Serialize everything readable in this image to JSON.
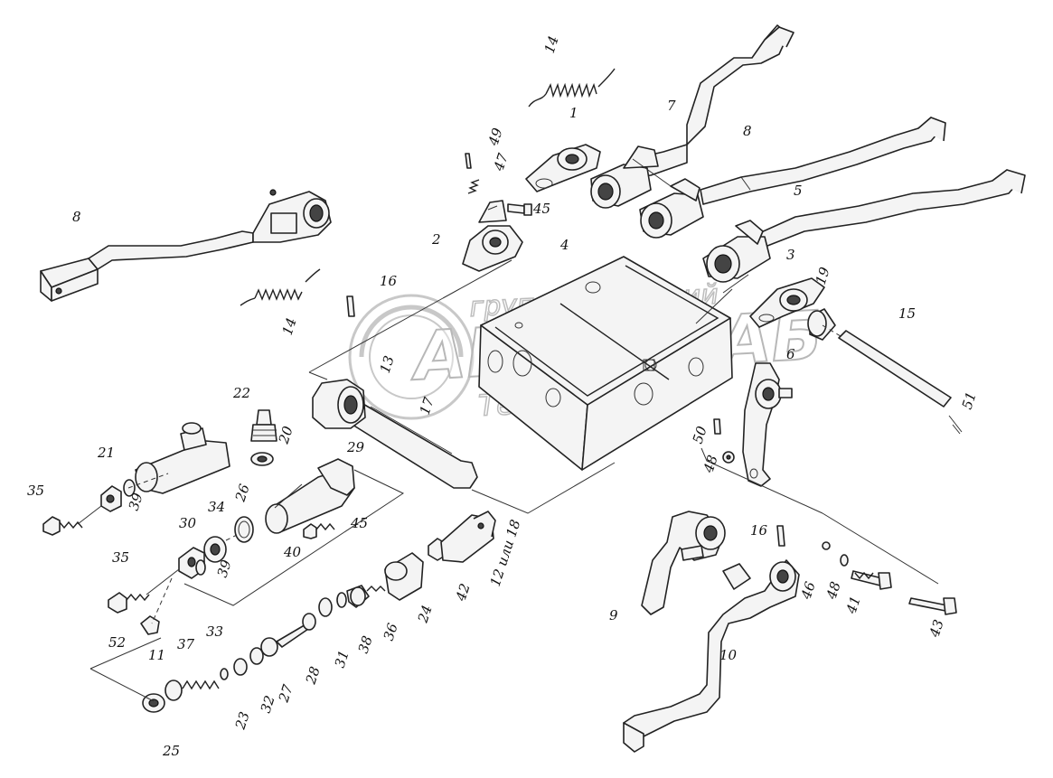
{
  "watermark": {
    "line1": "группа компаний",
    "line2": "АГРОСНАБ",
    "line3": "Техсервис"
  },
  "callouts": [
    "1",
    "2",
    "3",
    "4",
    "5",
    "6",
    "7",
    "8",
    "8",
    "9",
    "10",
    "11",
    "12 или 18",
    "13",
    "14",
    "14",
    "15",
    "16",
    "16",
    "17",
    "19",
    "20",
    "21",
    "22",
    "23",
    "24",
    "25",
    "26",
    "27",
    "28",
    "29",
    "30",
    "31",
    "32",
    "33",
    "34",
    "35",
    "35",
    "36",
    "37",
    "38",
    "39",
    "39",
    "40",
    "41",
    "42",
    "43",
    "45",
    "45",
    "46",
    "47",
    "48",
    "48",
    "49",
    "50",
    "51",
    "52"
  ]
}
